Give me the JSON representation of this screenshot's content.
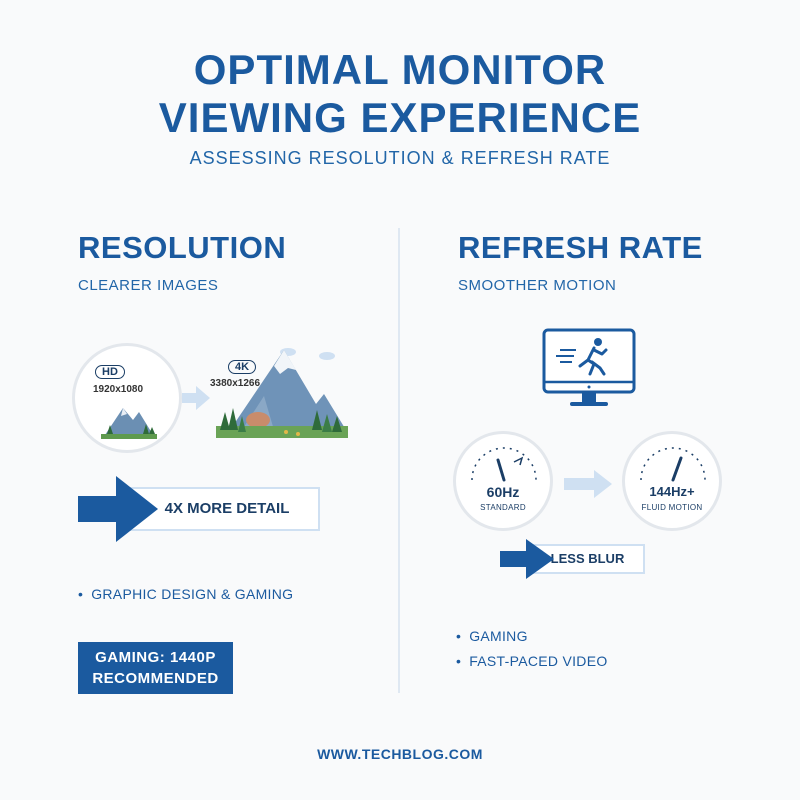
{
  "header": {
    "title_line1": "OPTIMAL MONITOR",
    "title_line2": "VIEWING EXPERIENCE",
    "subtitle": "ASSESSING RESOLUTION & REFRESH RATE"
  },
  "resolution": {
    "heading": "RESOLUTION",
    "subheading": "CLEARER IMAGES",
    "hd_badge": "HD",
    "hd_res": "1920x1080",
    "k4_badge": "4K",
    "k4_res": "3380x1266",
    "callout": "4X MORE DETAIL",
    "bullets": [
      "GRAPHIC DESIGN & GAMING"
    ],
    "recommend_line1": "GAMING: 1440P",
    "recommend_line2": "RECOMMENDED"
  },
  "refresh": {
    "heading": "REFRESH RATE",
    "subheading": "SMOOTHER MOTION",
    "gauge_left_value": "60Hz",
    "gauge_left_label": "STANDARD",
    "gauge_right_value": "144Hz+",
    "gauge_right_label": "FLUID MOTION",
    "callout": "LESS BLUR",
    "bullets": [
      "GAMING",
      "FAST-PACED VIDEO"
    ]
  },
  "footer": {
    "url": "WWW.TECHBLOG.COM"
  },
  "colors": {
    "primary": "#1b5a9f",
    "dark": "#1b3e66",
    "light_arrow": "#cfe0f2",
    "background": "#f9fafb"
  }
}
